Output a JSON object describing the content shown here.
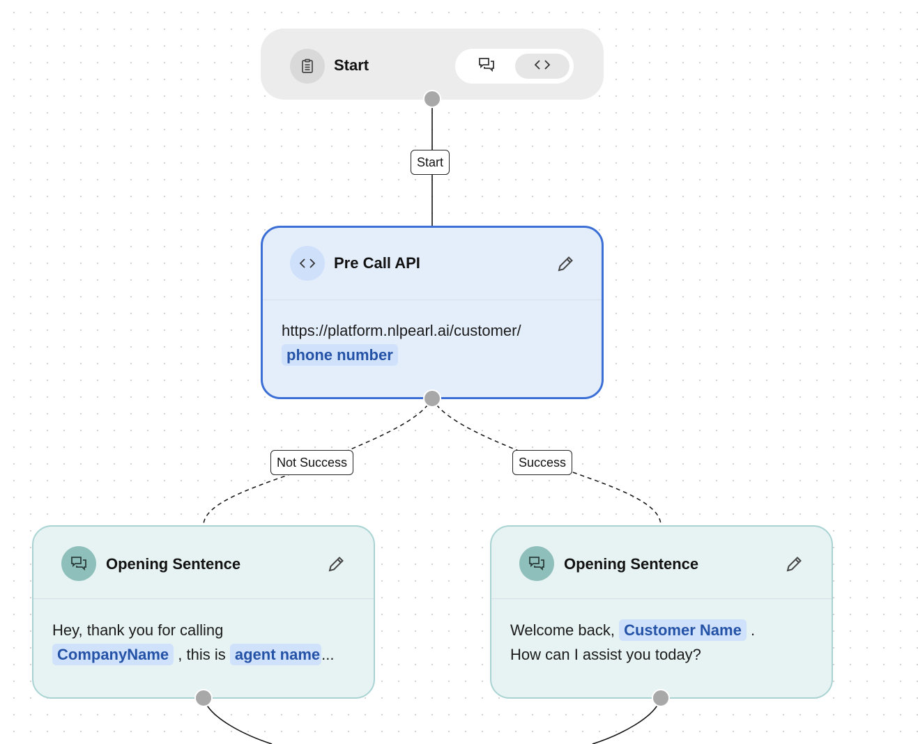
{
  "start_node": {
    "title": "Start",
    "icon": "clipboard-icon",
    "toggle": [
      {
        "icon": "chat-bubbles-icon",
        "active": false
      },
      {
        "icon": "code-brackets-icon",
        "active": true
      }
    ]
  },
  "edges": {
    "start_to_api": {
      "label": "Start",
      "style": "solid"
    },
    "api_fail": {
      "label": "Not Success",
      "style": "dashed"
    },
    "api_success": {
      "label": "Success",
      "style": "dashed"
    }
  },
  "api_node": {
    "title": "Pre Call API",
    "icon": "code-brackets-icon",
    "url": "https://platform.nlpearl.ai/customer/",
    "variable": "phone number",
    "border_color": "#3b6fd6",
    "background": "#e4eefb"
  },
  "opening_fail": {
    "title": "Opening Sentence",
    "icon": "chat-bubbles-icon",
    "text_1": "Hey, thank you for calling",
    "var_1": "CompanyName",
    "text_2": ", this is",
    "var_2": "agent name",
    "ellipsis": "..."
  },
  "opening_success": {
    "title": "Opening Sentence",
    "icon": "chat-bubbles-icon",
    "text_1": "Welcome back,",
    "var_1": "Customer Name",
    "text_2": ".",
    "text_3": "How can I assist you today?"
  },
  "colors": {
    "variable_chip_bg": "#cfe1fb",
    "variable_chip_text": "#2452a6",
    "message_node_bg": "#e7f3f2",
    "message_icon_bg": "#8fbfbb",
    "handle": "#a8a8a8"
  }
}
